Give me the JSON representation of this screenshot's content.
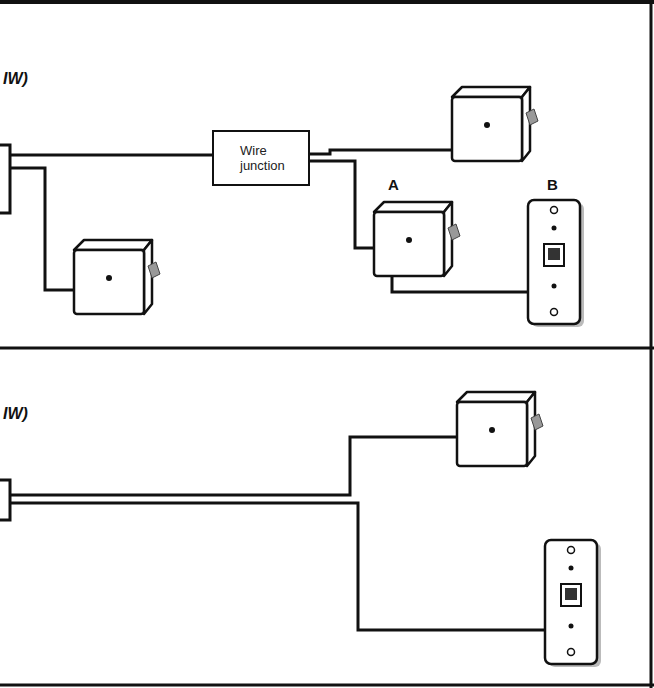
{
  "diagram": {
    "nodes": [
      {
        "text": [
          "Wire junction"
        ]
      }
    ],
    "labels": [
      "IW)",
      "A",
      "B",
      "IW)"
    ]
  }
}
